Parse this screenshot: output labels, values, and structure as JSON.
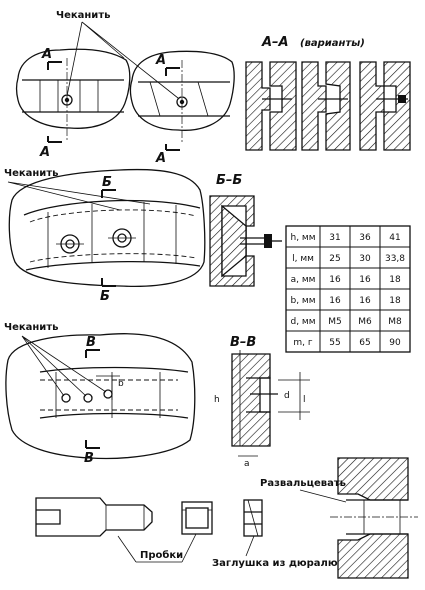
{
  "labels": {
    "chekanit_1": "Чеканить",
    "chekanit_2": "Чеканить",
    "chekanit_3": "Чеканить",
    "razvaltsevat": "Развальцевать",
    "probki": "Пробки",
    "zaglushka": "Заглушка из дюралюминия"
  },
  "sections": {
    "aa_title": "А–А",
    "aa_variants": "(варианты)",
    "bb_title": "Б–Б",
    "vv_title": "В–В",
    "mark_a": "А",
    "mark_b": "Б",
    "mark_v": "В"
  },
  "dims": {
    "a": "a",
    "b": "b",
    "d": "d",
    "h": "h",
    "l": "l"
  },
  "table": {
    "rows": [
      [
        "h, мм",
        "31",
        "36",
        "41"
      ],
      [
        "l, мм",
        "25",
        "30",
        "33,8"
      ],
      [
        "a, мм",
        "16",
        "16",
        "18"
      ],
      [
        "b, мм",
        "16",
        "16",
        "18"
      ],
      [
        "d, мм",
        "M5",
        "M6",
        "M8"
      ],
      [
        "m, г",
        "55",
        "65",
        "90"
      ]
    ]
  }
}
